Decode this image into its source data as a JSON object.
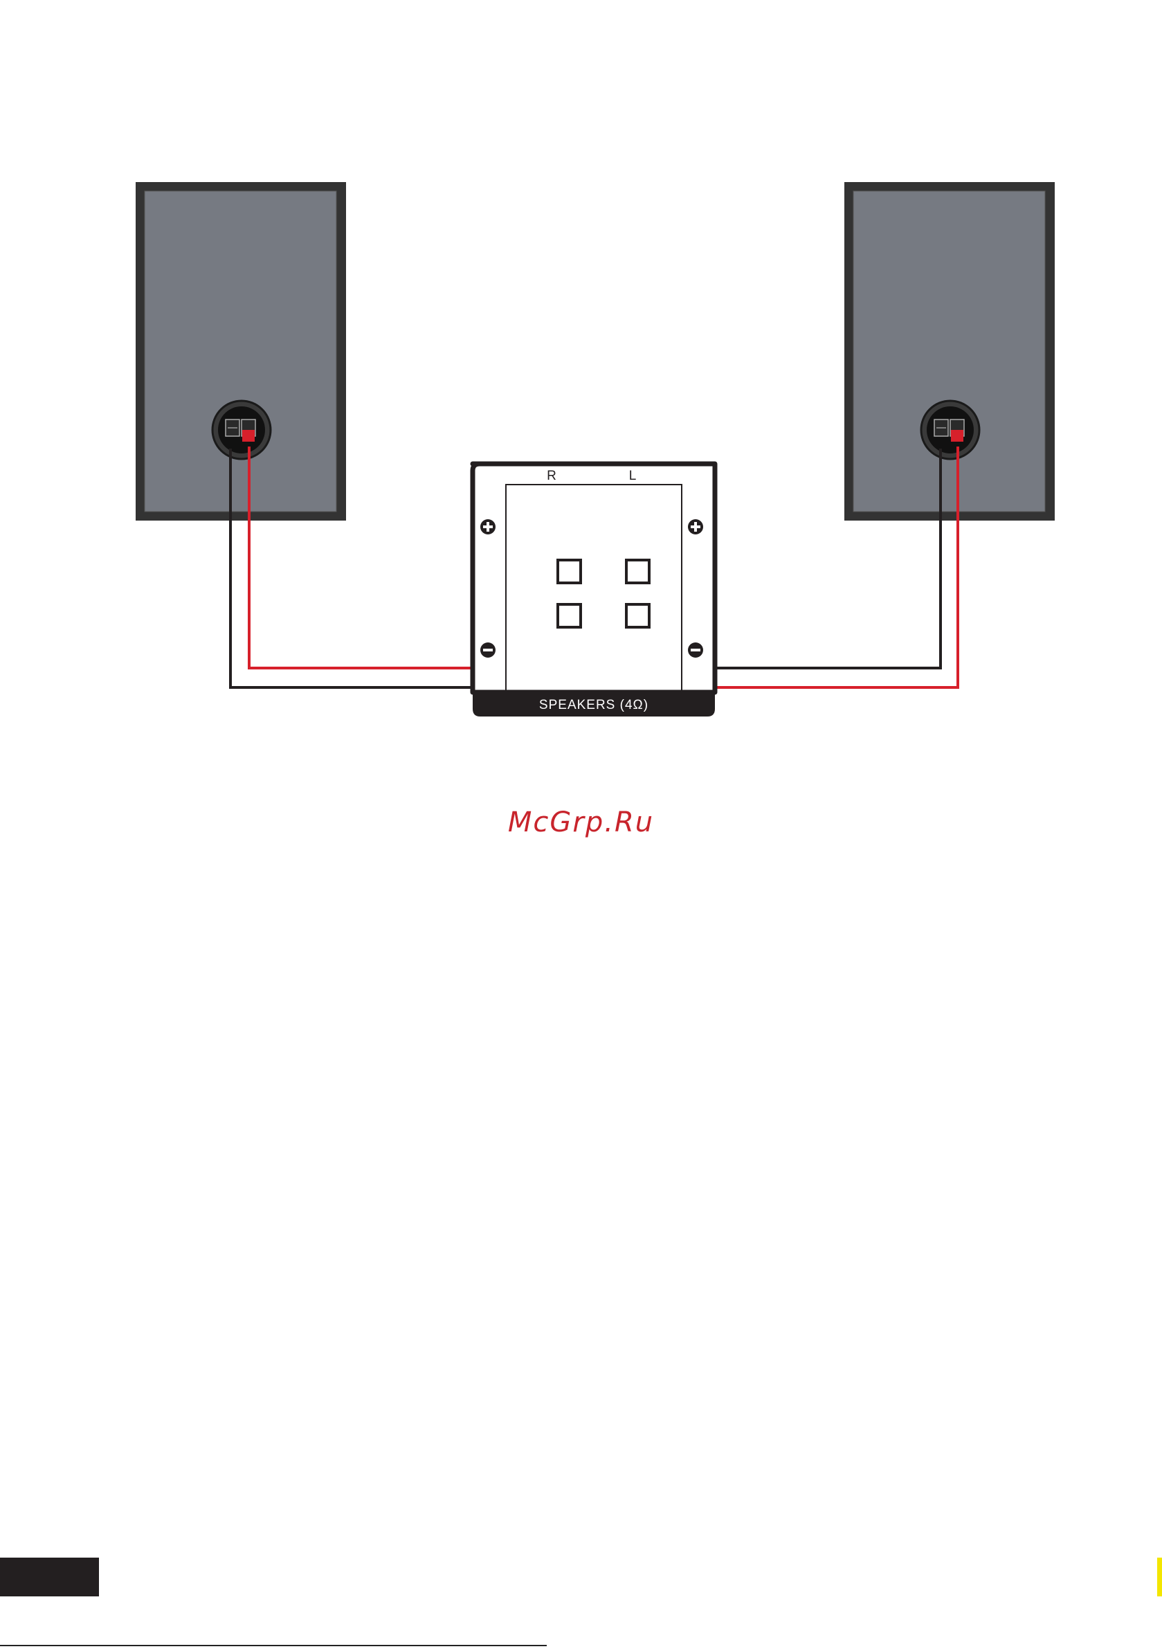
{
  "diagram": {
    "channel_labels": {
      "right": "R",
      "left": "L"
    },
    "terminal_polarity": {
      "positive": "+",
      "negative": "−"
    },
    "panel_caption": "SPEAKERS (4Ω)"
  },
  "watermark": {
    "text": "McGrp.Ru"
  },
  "colors": {
    "speaker_cabinet_outer": "#333333",
    "speaker_cabinet_front": "#767a82",
    "positive_wire": "#d7202b",
    "negative_wire": "#231f20",
    "panel_outline": "#231f20",
    "caption_bar": "#231f20",
    "caption_text": "#ffffff",
    "watermark": "#c8242c",
    "page_tab": "#231f20",
    "edge_mark": "#f3e600"
  }
}
